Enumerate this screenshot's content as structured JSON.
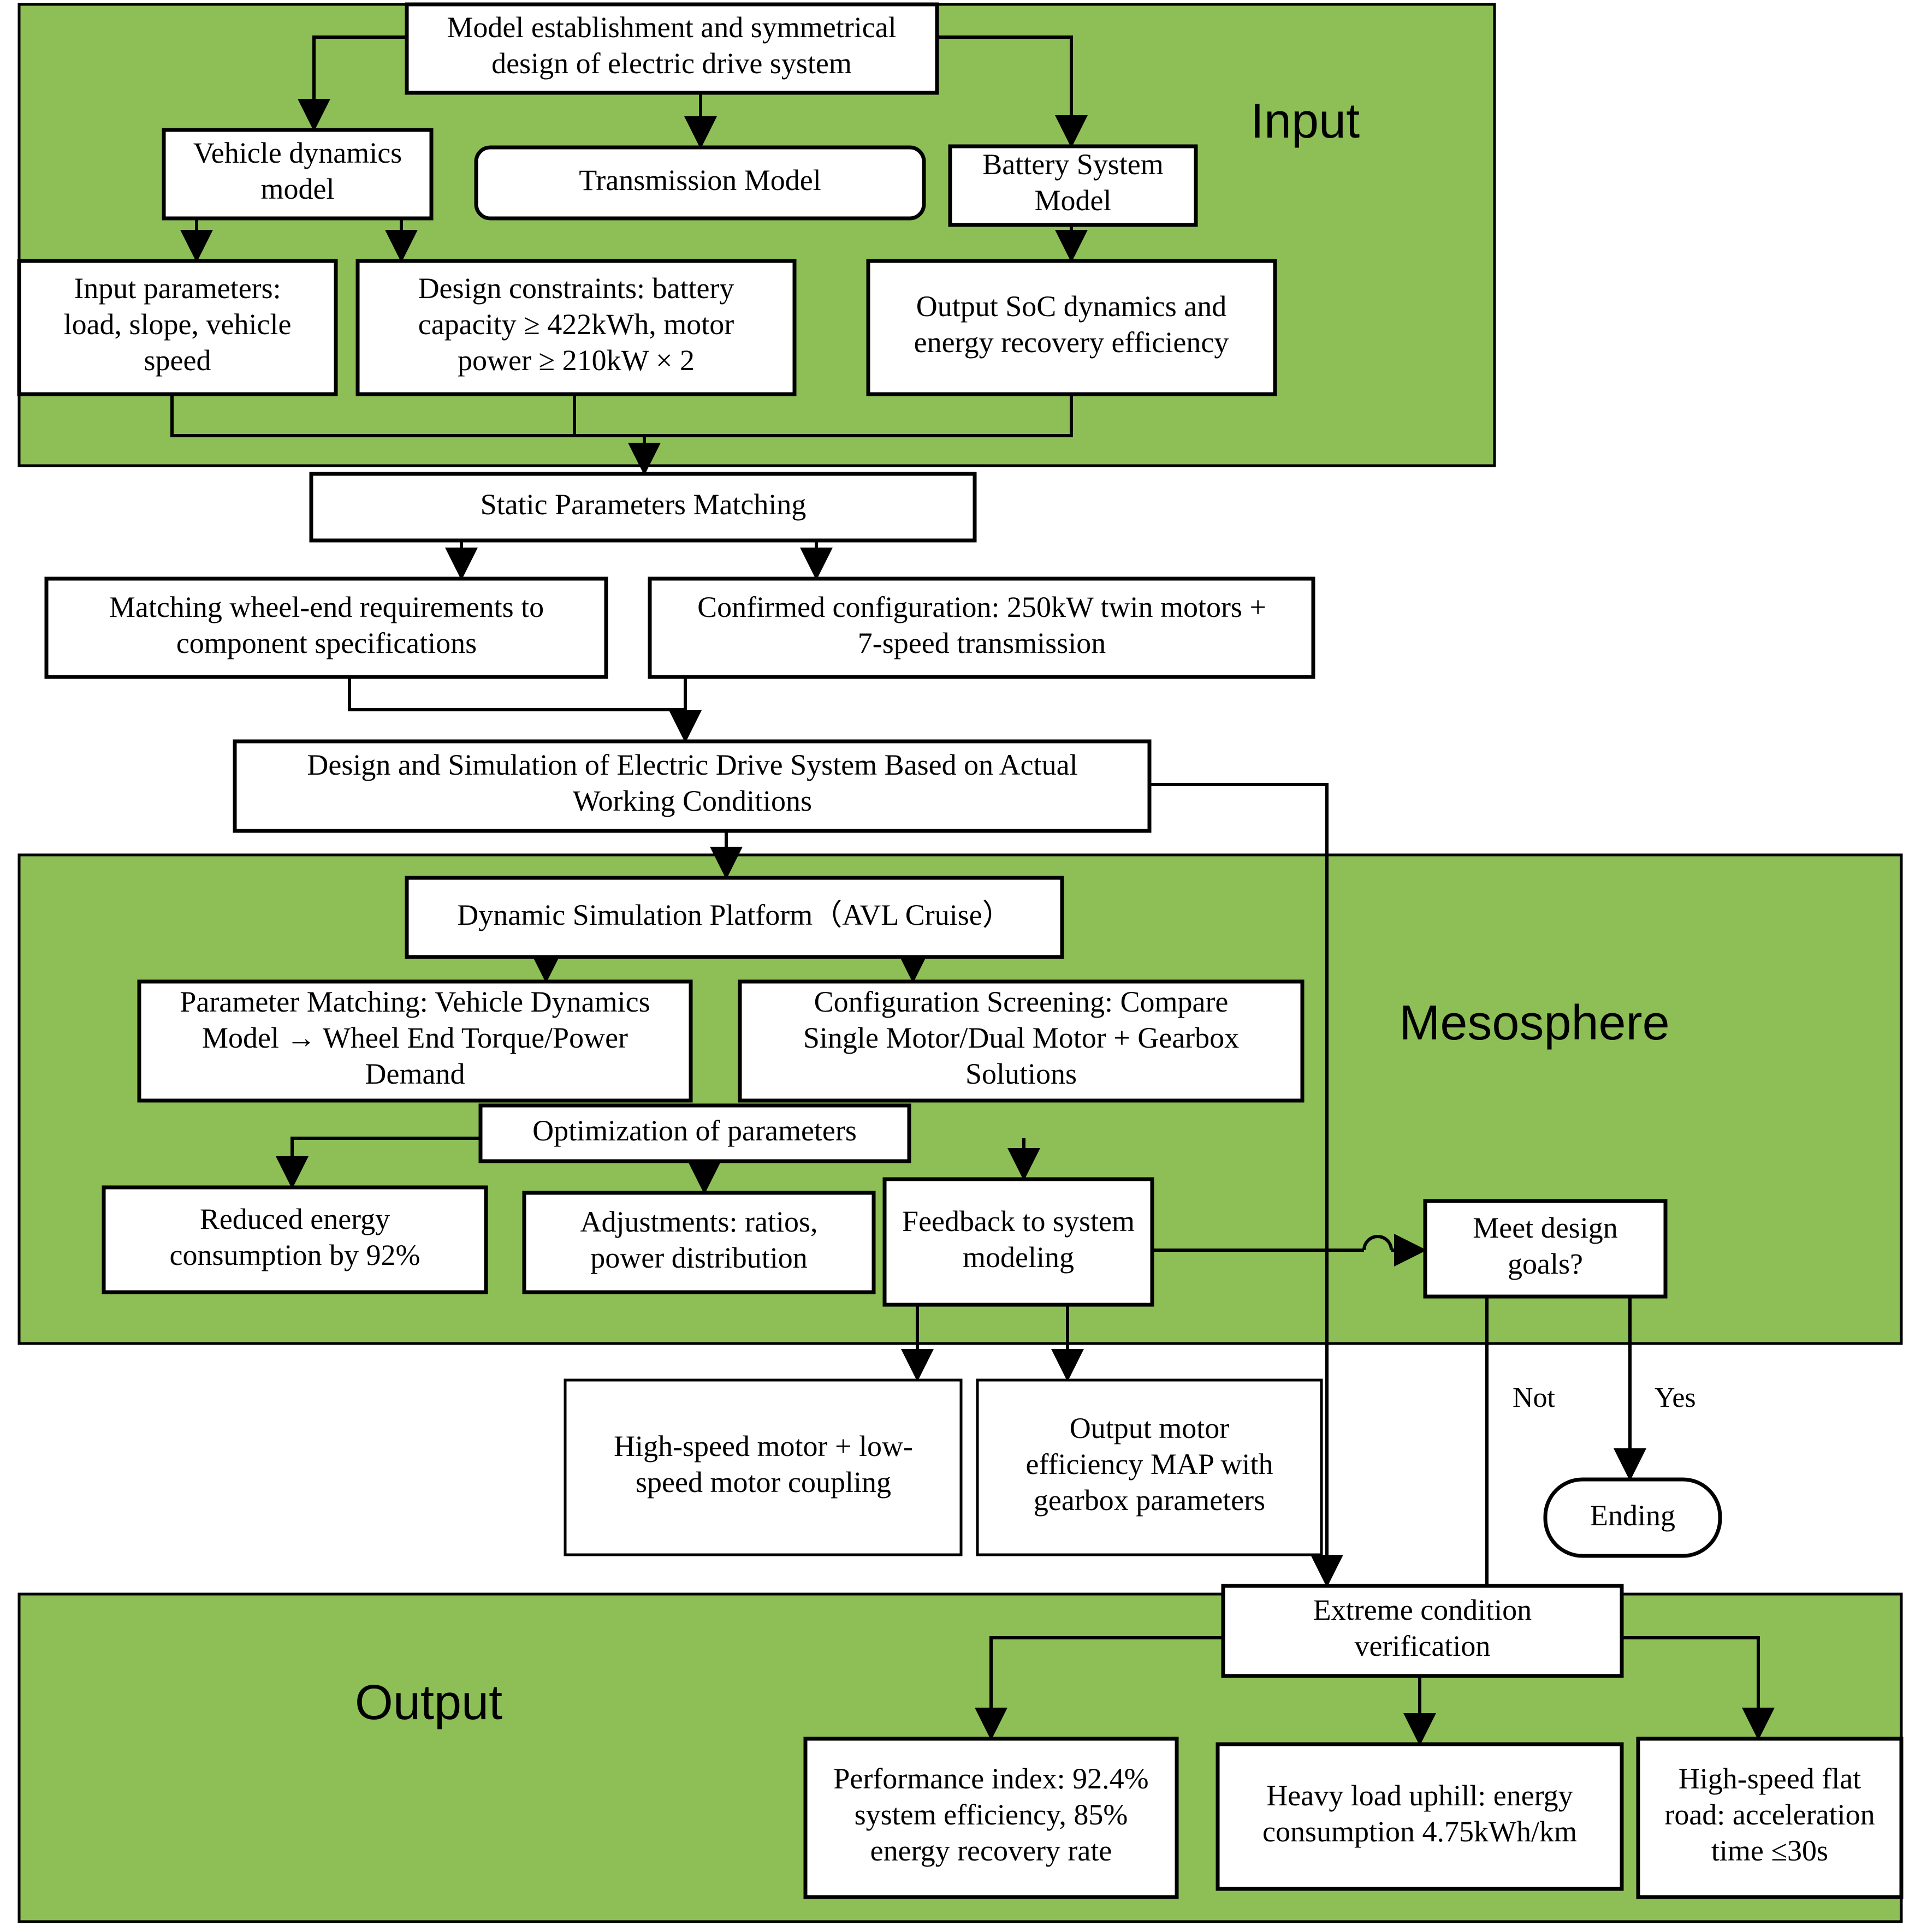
{
  "diagram": {
    "title": "Electric drive system design and simulation flowchart",
    "band_color": "#8DBF56",
    "line_color": "#000000",
    "node_fill": "#FFFFFF",
    "bands": [
      {
        "id": "input",
        "label": "Input"
      },
      {
        "id": "mesosphere",
        "label": "Mesosphere"
      },
      {
        "id": "output",
        "label": "Output"
      }
    ],
    "nodes": {
      "model_establishment": {
        "lines": [
          "Model establishment and symmetrical",
          "design of electric drive system"
        ]
      },
      "vehicle_dynamics": {
        "lines": [
          "Vehicle dynamics",
          "model"
        ]
      },
      "transmission_model": {
        "lines": [
          "Transmission Model"
        ]
      },
      "battery_system": {
        "lines": [
          "Battery System",
          "Model"
        ]
      },
      "input_parameters": {
        "lines": [
          "Input parameters:",
          "load, slope, vehicle",
          "speed"
        ]
      },
      "design_constraints": {
        "lines": [
          "Design constraints: battery",
          "capacity ≥ 422kWh, motor",
          "power ≥ 210kW × 2"
        ]
      },
      "soc_dynamics": {
        "lines": [
          "Output SoC dynamics and",
          "energy recovery efficiency"
        ]
      },
      "static_matching": {
        "lines": [
          "Static Parameters Matching"
        ]
      },
      "wheel_end": {
        "lines": [
          "Matching wheel-end requirements to",
          "component specifications"
        ]
      },
      "confirmed_config": {
        "lines": [
          "Confirmed configuration: 250kW twin motors +",
          "7-speed transmission"
        ]
      },
      "design_simulation": {
        "lines": [
          "Design and Simulation of Electric Drive System Based on Actual",
          "Working Conditions"
        ]
      },
      "dynamic_platform": {
        "lines": [
          "Dynamic Simulation Platform（AVL Cruise）"
        ]
      },
      "parameter_matching": {
        "lines": [
          "Parameter Matching: Vehicle Dynamics",
          "Model → Wheel End Torque/Power",
          "Demand"
        ]
      },
      "configuration_screening": {
        "lines": [
          "Configuration Screening: Compare",
          "Single Motor/Dual Motor + Gearbox",
          "Solutions"
        ]
      },
      "optimization": {
        "lines": [
          "Optimization of parameters"
        ]
      },
      "reduced_energy": {
        "lines": [
          "Reduced energy",
          "consumption by 92%"
        ]
      },
      "adjustments": {
        "lines": [
          "Adjustments: ratios,",
          "power distribution"
        ]
      },
      "feedback": {
        "lines": [
          "Feedback to system",
          "modeling"
        ]
      },
      "meet_goals": {
        "lines": [
          "Meet design",
          "goals?"
        ]
      },
      "ending": {
        "lines": [
          "Ending"
        ]
      },
      "motor_coupling": {
        "lines": [
          "High-speed motor + low-",
          "speed motor coupling"
        ]
      },
      "efficiency_map": {
        "lines": [
          "Output motor",
          "efficiency MAP with",
          "gearbox parameters"
        ]
      },
      "extreme_condition": {
        "lines": [
          "Extreme condition",
          "verification"
        ]
      },
      "performance_index": {
        "lines": [
          "Performance index: 92.4%",
          "system efficiency, 85%",
          "energy recovery rate"
        ]
      },
      "heavy_load": {
        "lines": [
          "Heavy load uphill: energy",
          "consumption 4.75kWh/km"
        ]
      },
      "high_speed_flat": {
        "lines": [
          "High-speed flat",
          "road: acceleration",
          "time ≤30s"
        ]
      }
    },
    "edge_labels": {
      "not": "Not",
      "yes": "Yes"
    }
  }
}
